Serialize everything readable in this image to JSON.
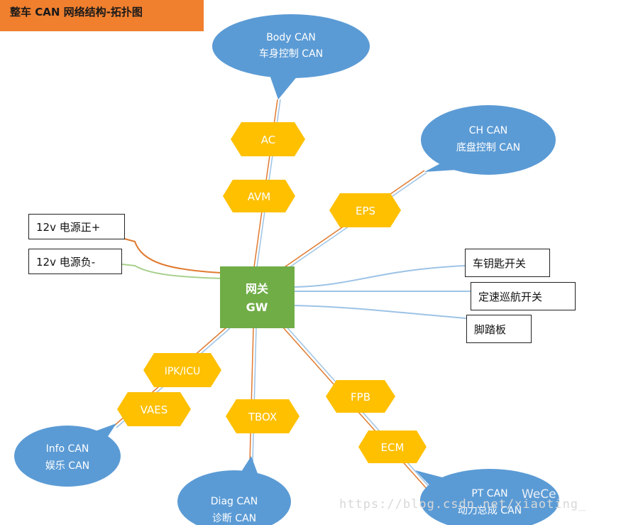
{
  "title": "整车 CAN 网络结构-拓扑图",
  "colors": {
    "title_bg": "#f07f2e",
    "bubble": "#5b9bd5",
    "hexagon": "#ffc000",
    "gateway": "#70ad47",
    "wire_orange": "#e07a30",
    "wire_green": "#a9d18e",
    "wire_blue": "#9dc3e6"
  },
  "gateway": {
    "line1": "网关",
    "line2": "GW"
  },
  "buses": {
    "body": {
      "line1": "Body CAN",
      "line2": "车身控制 CAN"
    },
    "ch": {
      "line1": "CH CAN",
      "line2": "底盘控制 CAN"
    },
    "info": {
      "line1": "Info CAN",
      "line2": "娱乐 CAN"
    },
    "diag": {
      "line1": "Diag CAN",
      "line2": "诊断 CAN"
    },
    "pt": {
      "line1": "PT CAN",
      "line2": "动力总成 CAN"
    }
  },
  "nodes": {
    "ac": "AC",
    "avm": "AVM",
    "eps": "EPS",
    "ipk": "IPK/ICU",
    "vaes": "VAES",
    "tbox": "TBOX",
    "fpb": "FPB",
    "ecm": "ECM"
  },
  "power": {
    "positive": "12v 电源正+",
    "negative": "12v 电源负-"
  },
  "inputs": {
    "key_switch": "车钥匙开关",
    "cruise_switch": "定速巡航开关",
    "pedal": "脚踏板"
  },
  "watermark": "https://blog.csdn.net/xiaoting_",
  "watermark_brand": "WeCe"
}
